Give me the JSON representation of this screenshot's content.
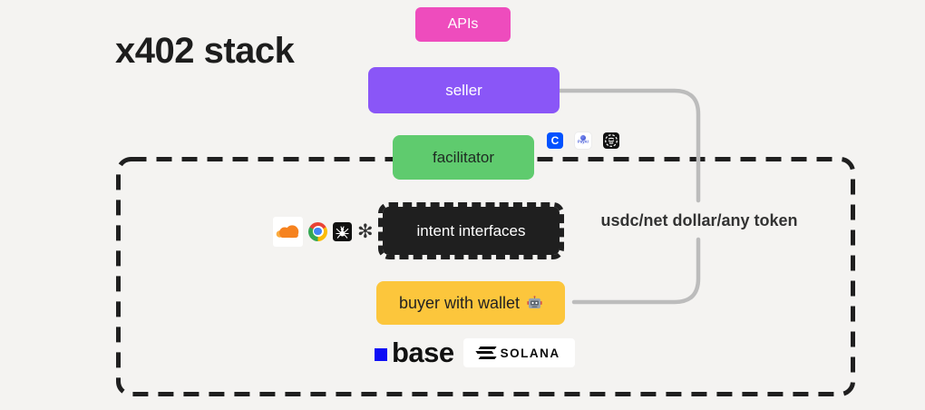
{
  "title": "x402 stack",
  "nodes": {
    "apis": {
      "label": "APIs",
      "color": "#ee4cbd"
    },
    "seller": {
      "label": "seller",
      "color": "#8a56f7"
    },
    "facilitator": {
      "label": "facilitator",
      "color": "#5fcb6e"
    },
    "intent": {
      "label": "intent interfaces",
      "color": "#1f1f1f"
    },
    "buyer": {
      "label": "buyer with wallet",
      "color": "#fcc63c"
    }
  },
  "edge": {
    "label": "usdc/net dollar/any token",
    "color": "#bcbcbc"
  },
  "frame": {
    "border_color": "#1f1f1f"
  },
  "facilitator_icons": {
    "coinbase": {
      "name": "coinbase-icon",
      "letter": "C",
      "color": "#0052ff"
    },
    "payai": {
      "name": "payai-icon",
      "text": "PayAI"
    },
    "swirl": {
      "name": "dark-swirl-logo-icon"
    }
  },
  "intent_icons": {
    "cloudflare": {
      "name": "cloudflare-icon"
    },
    "chrome": {
      "name": "chrome-icon"
    },
    "crawler": {
      "name": "web-crawler-icon"
    },
    "openai": {
      "name": "openai-icon",
      "glyph": "✻"
    }
  },
  "chains": {
    "base": {
      "label": "base",
      "square_color": "#0d0df5"
    },
    "solana": {
      "label": "SOLANA"
    }
  }
}
